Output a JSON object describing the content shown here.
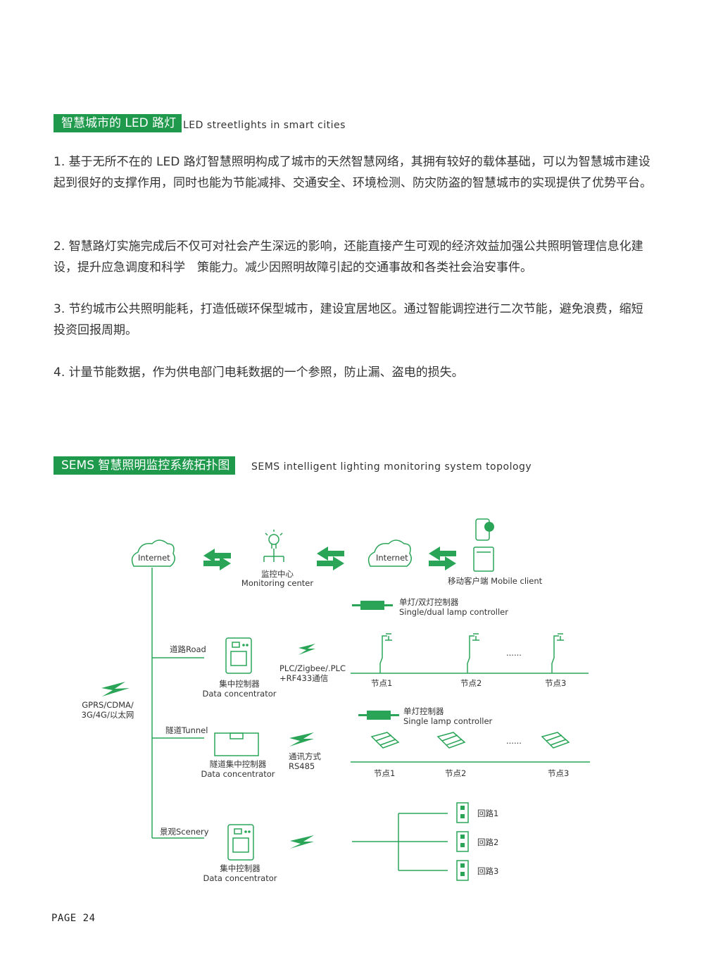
{
  "section1": {
    "title_zh": "智慧城市的 LED 路灯",
    "title_en": "LED streetlights in smart cities",
    "paragraphs": [
      "1. 基于无所不在的 LED 路灯智慧照明构成了城市的天然智慧网络，其拥有较好的载体基础，可以为智慧城市建设起到很好的支撑作用，同时也能为节能减排、交通安全、环境检测、防灾防盗的智慧城市的实现提供了优势平台。",
      "2. 智慧路灯实施完成后不仅可对社会产生深远的影响，还能直接产生可观的经济效益加强公共照明管理信息化建设，提升应急调度和科学　策能力。减少因照明故障引起的交通事故和各类社会治安事件。",
      "3. 节约城市公共照明能耗，打造低碳环保型城市，建设宜居地区。通过智能调控进行二次节能，避免浪费，缩短投资回报周期。",
      "4. 计量节能数据，作为供电部门电耗数据的一个参照，防止漏、盗电的损失。"
    ]
  },
  "section2": {
    "title_zh": "SEMS 智慧照明监控系统拓扑图",
    "title_en": "SEMS intelligent lighting monitoring system topology"
  },
  "diagram": {
    "internet_left": "Internet",
    "internet_right": "Internet",
    "monitor_zh": "监控中心",
    "monitor_en": "Monitoring center",
    "mobile": "移动客户端 Mobile client",
    "dual_ctrl_zh": "单灯/双灯控制器",
    "dual_ctrl_en": "Single/dual lamp controller",
    "road": "道路Road",
    "dc_zh": "集中控制器",
    "dc_en": "Data concentrator",
    "plc_1": "PLC/Zigbee/.PLC",
    "plc_2": "+RF433通信",
    "road_nodes": [
      "节点1",
      "节点2",
      "节点3"
    ],
    "dots": "......",
    "gprs_1": "GPRS/CDMA/",
    "gprs_2": "3G/4G/以太网",
    "single_ctrl_zh": "单灯控制器",
    "single_ctrl_en": "Single lamp controller",
    "tunnel": "隧道Tunnel",
    "tunnel_dc_zh": "隧道集中控制器",
    "tunnel_dc_en": "Data concentrator",
    "comm_1": "通讯方式",
    "comm_2": "RS485",
    "tunnel_nodes": [
      "节点1",
      "节点2",
      "节点3"
    ],
    "scenery": "景观Scenery",
    "scenery_dc_zh": "集中控制器",
    "scenery_dc_en": "Data concentrator",
    "loops": [
      "回路1",
      "回路2",
      "回路3"
    ]
  },
  "footer": {
    "page": "PAGE 24"
  },
  "colors": {
    "accent": "#1f9a4c",
    "line": "#2aa558",
    "text": "#333333"
  }
}
